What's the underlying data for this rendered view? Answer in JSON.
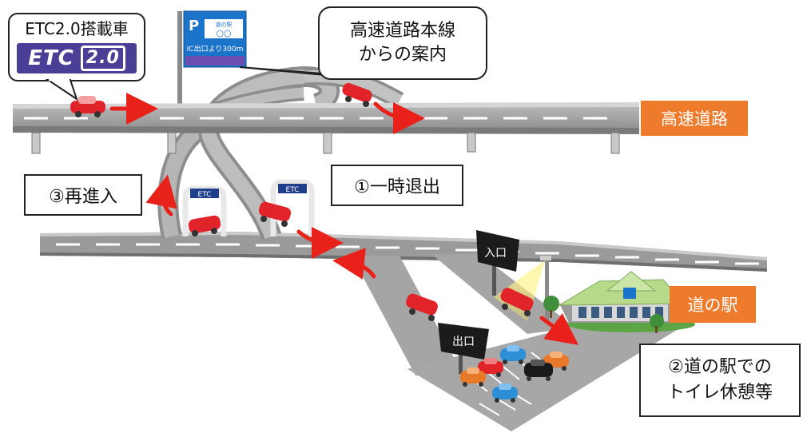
{
  "callouts": {
    "etc_vehicle": {
      "text": "ETC2.0搭載車",
      "logo_text": "ETC",
      "logo_version": "2.0"
    },
    "main_line_guidance": {
      "line1": "高速道路本線",
      "line2": "からの案内"
    },
    "reentry": {
      "text": "③再進入"
    },
    "temporary_exit": {
      "text": "①一時退出"
    },
    "rest": {
      "line1": "②道の駅での",
      "line2": "トイレ休憩等"
    }
  },
  "labels": {
    "expressway": "高速道路",
    "roadside_station": "道の駅"
  },
  "road_sign": {
    "top_left": "P",
    "station": "道の駅",
    "circles": "○○",
    "distance": "IC出口より300m"
  },
  "signs": {
    "entrance": "入口",
    "exit": "出口"
  },
  "gates": {
    "left": "ETC",
    "right": "ETC"
  },
  "colors": {
    "orange": "#ee7a2c",
    "car_red": "#e0242a",
    "arrow_red": "#e8211a",
    "road": "#a0a0a0",
    "road_edge": "#7f7f7f",
    "sign_blue": "#1b74c9",
    "sign_purple": "#4a3e96",
    "grass": "#5da544",
    "roof": "#b6d98a"
  }
}
